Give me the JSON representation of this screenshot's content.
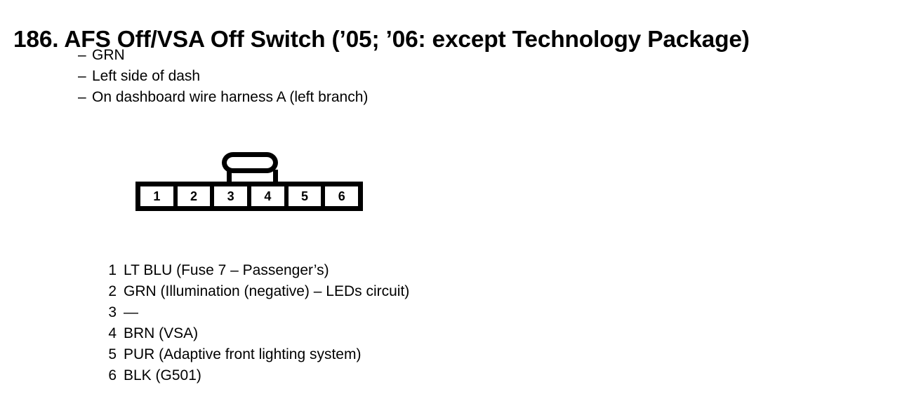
{
  "page": {
    "background_color": "#ffffff",
    "ink_color": "#000000",
    "title": "186. AFS Off/VSA Off Switch (’05; ’06: except Technology Package)"
  },
  "description": {
    "dash": "–",
    "items": [
      "GRN",
      "Left side of dash",
      "On dashboard wire harness A (left branch)"
    ]
  },
  "connector": {
    "name": "6-pin connector",
    "latch": "latch-tab",
    "pin_count": 6,
    "pin_labels": [
      "1",
      "2",
      "3",
      "4",
      "5",
      "6"
    ]
  },
  "pin_assignments": [
    {
      "number": "1",
      "description": "LT BLU (Fuse 7 – Passenger’s)"
    },
    {
      "number": "2",
      "description": "GRN (Illumination (negative) – LEDs circuit)"
    },
    {
      "number": "3",
      "description": "—"
    },
    {
      "number": "4",
      "description": "BRN (VSA)"
    },
    {
      "number": "5",
      "description": "PUR (Adaptive front lighting system)"
    },
    {
      "number": "6",
      "description": "BLK (G501)"
    }
  ]
}
